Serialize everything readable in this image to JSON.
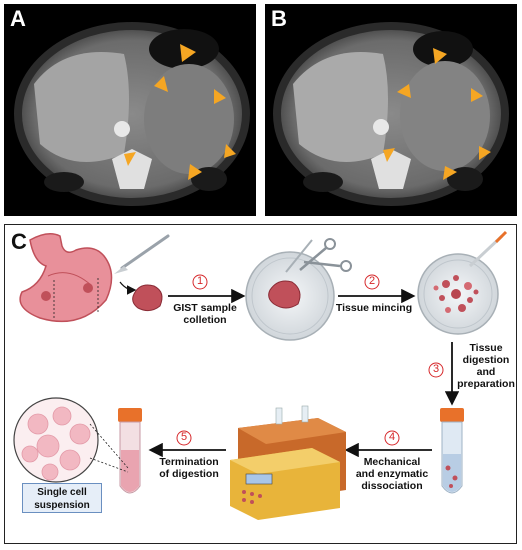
{
  "panels": {
    "a_letter": "A",
    "b_letter": "B",
    "c_letter": "C"
  },
  "workflow": {
    "steps": [
      {
        "number": "1",
        "label_line1": "GIST sample",
        "label_line2": "colletion"
      },
      {
        "number": "2",
        "label_line1": "Tissue mincing",
        "label_line2": ""
      },
      {
        "number": "3",
        "label_line1": "Tissue",
        "label_line2": "digestion",
        "label_line3": "and",
        "label_line4": "preparation"
      },
      {
        "number": "4",
        "label_line1": "Mechanical",
        "label_line2": "and enzymatic",
        "label_line3": "dissociation"
      },
      {
        "number": "5",
        "label_line1": "Termination",
        "label_line2": "of digestion"
      }
    ],
    "result_line1": "Single cell",
    "result_line2": "suspension"
  },
  "colors": {
    "arrowhead": "#f5a623",
    "step_red": "#d6282b",
    "tissue": "#c0505a",
    "tube_cap": "#e8712a",
    "device": "#e8b43a",
    "box_border": "#6a8fc0"
  }
}
